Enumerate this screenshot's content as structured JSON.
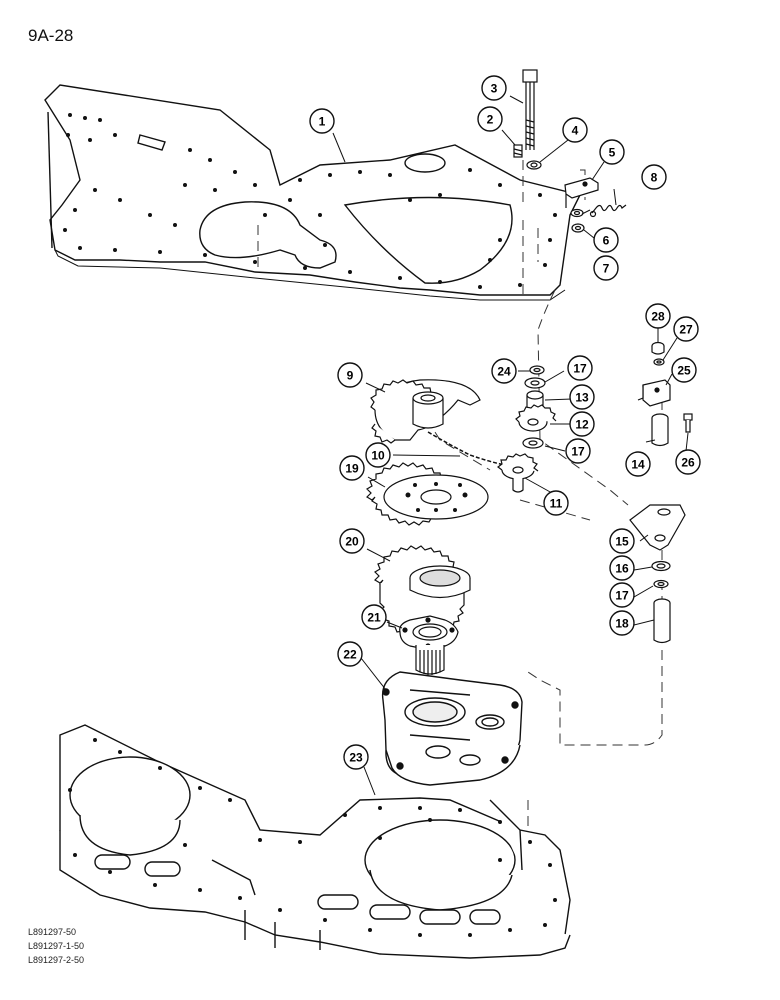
{
  "page_code": "9A-28",
  "reference_codes": [
    "L891297-50",
    "L891297-1-50",
    "L891297-2-50"
  ],
  "callouts": [
    {
      "id": "c1",
      "number": "1"
    },
    {
      "id": "c2",
      "number": "2"
    },
    {
      "id": "c3",
      "number": "3"
    },
    {
      "id": "c4",
      "number": "4"
    },
    {
      "id": "c5",
      "number": "5"
    },
    {
      "id": "c6",
      "number": "6"
    },
    {
      "id": "c7",
      "number": "7"
    },
    {
      "id": "c8",
      "number": "8"
    },
    {
      "id": "c9",
      "number": "9"
    },
    {
      "id": "c10",
      "number": "10"
    },
    {
      "id": "c11",
      "number": "11"
    },
    {
      "id": "c12",
      "number": "12"
    },
    {
      "id": "c13",
      "number": "13"
    },
    {
      "id": "c14",
      "number": "14"
    },
    {
      "id": "c15",
      "number": "15"
    },
    {
      "id": "c16",
      "number": "16"
    },
    {
      "id": "c17a",
      "number": "17"
    },
    {
      "id": "c17b",
      "number": "17"
    },
    {
      "id": "c17c",
      "number": "17"
    },
    {
      "id": "c18",
      "number": "18"
    },
    {
      "id": "c19",
      "number": "19"
    },
    {
      "id": "c20",
      "number": "20"
    },
    {
      "id": "c21",
      "number": "21"
    },
    {
      "id": "c22",
      "number": "22"
    },
    {
      "id": "c23",
      "number": "23"
    },
    {
      "id": "c24",
      "number": "24"
    },
    {
      "id": "c25",
      "number": "25"
    },
    {
      "id": "c26",
      "number": "26"
    },
    {
      "id": "c27",
      "number": "27"
    },
    {
      "id": "c28",
      "number": "28"
    }
  ]
}
